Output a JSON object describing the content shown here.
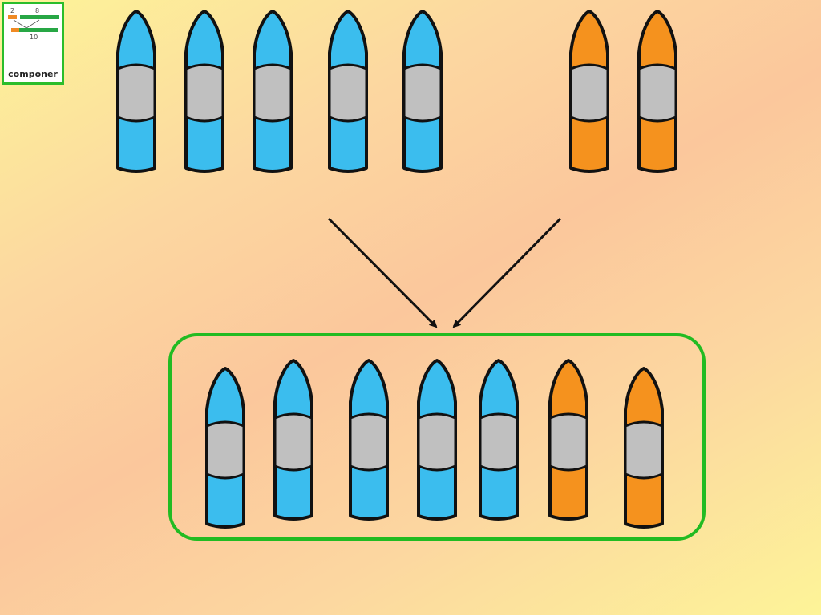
{
  "logo": {
    "label": "componer",
    "part_small": "2",
    "part_large": "8",
    "whole": "10"
  },
  "groups": {
    "top_blue": {
      "count": 5,
      "color": "blue"
    },
    "top_orange": {
      "count": 2,
      "color": "orange"
    },
    "combined": {
      "count": 7,
      "blue": 5,
      "orange": 2
    }
  },
  "colors": {
    "blue": "#3bbdee",
    "orange": "#f5921e",
    "band": "#c0c0c0",
    "outline": "#111111",
    "box": "#22bb22",
    "logo_orange": "#f08a24",
    "logo_green": "#28a745"
  }
}
